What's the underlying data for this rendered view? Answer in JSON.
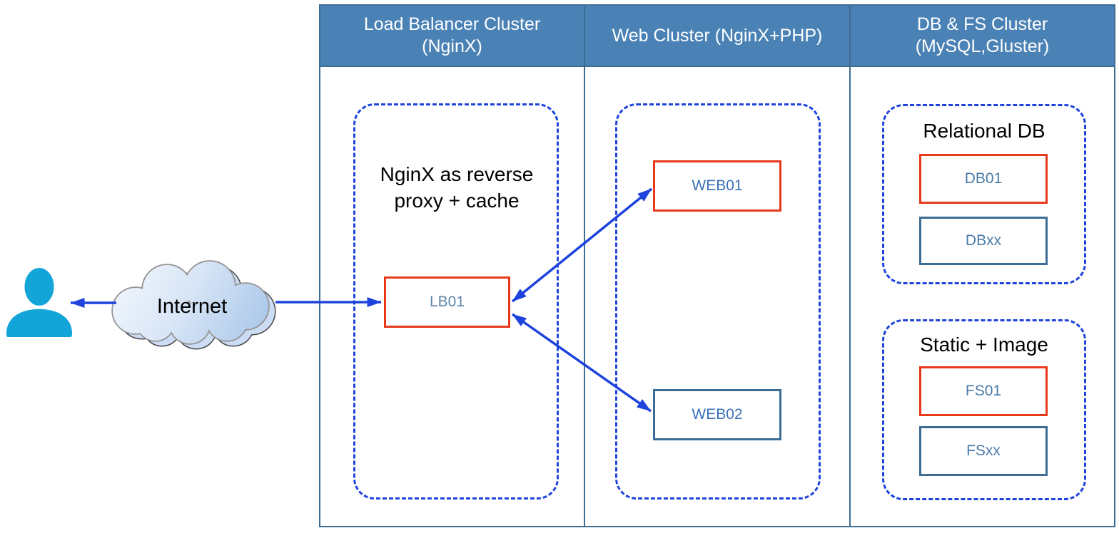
{
  "colors": {
    "header_bg": "#4b82b5",
    "frame": "#3e6d94",
    "dash": "#1e43dd",
    "arrow": "#1e43dd",
    "red": "#e8391b",
    "node_blue": "#3d6c94",
    "lb_label": "#5f86a9",
    "web_label": "#3b70b8",
    "db_label": "#4a7aa9",
    "heading": "#000000",
    "header_text": "#ffffff",
    "user_icon": "#14a5d8"
  },
  "icons": {
    "user": "user-person-silhouette",
    "internet": "cloud-shape"
  },
  "internet": {
    "label": "Internet"
  },
  "headers": {
    "lb": {
      "line1": "Load Balancer Cluster",
      "line2": "(NginX)"
    },
    "web": {
      "line1": "Web Cluster (NginX+PHP)"
    },
    "db": {
      "line1": "DB & FS Cluster",
      "line2": "(MySQL,Gluster)"
    }
  },
  "lb_cluster": {
    "note_line1": "NginX as reverse",
    "note_line2": "proxy + cache",
    "node": "LB01"
  },
  "web_cluster": {
    "node1": "WEB01",
    "node2": "WEB02"
  },
  "db_cluster": {
    "relational": {
      "title": "Relational DB",
      "node1": "DB01",
      "node2": "DBxx"
    },
    "static": {
      "title": "Static + Image",
      "node1": "FS01",
      "node2": "FSxx"
    }
  },
  "connections": [
    {
      "from": "internet",
      "to": "user",
      "direction": "one-way"
    },
    {
      "from": "internet",
      "to": "lb01",
      "direction": "one-way"
    },
    {
      "from": "lb01",
      "to": "web01",
      "direction": "two-way"
    },
    {
      "from": "lb01",
      "to": "web02",
      "direction": "two-way"
    }
  ]
}
